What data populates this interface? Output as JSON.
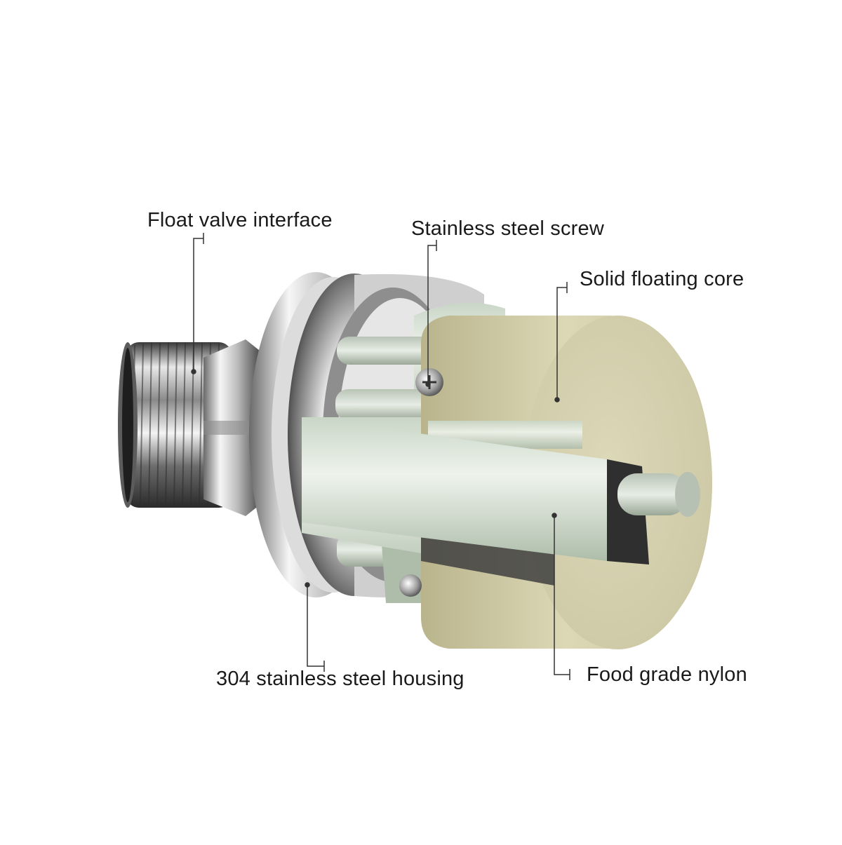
{
  "labels": {
    "float_valve_interface": "Float valve interface",
    "stainless_steel_screw": "Stainless steel screw",
    "solid_floating_core": "Solid floating core",
    "housing": "304 stainless steel housing",
    "food_grade_nylon": "Food grade nylon"
  },
  "colors": {
    "background": "#ffffff",
    "steel_light": "#f2f2f2",
    "steel_dark": "#4a4a4a",
    "nylon": "#dfe8dd",
    "core": "#d9d5b0",
    "leader_line": "#333333",
    "text": "#1a1a1a"
  },
  "icons": {
    "thread": "threaded-pipe-icon",
    "screw": "screw-icon"
  }
}
